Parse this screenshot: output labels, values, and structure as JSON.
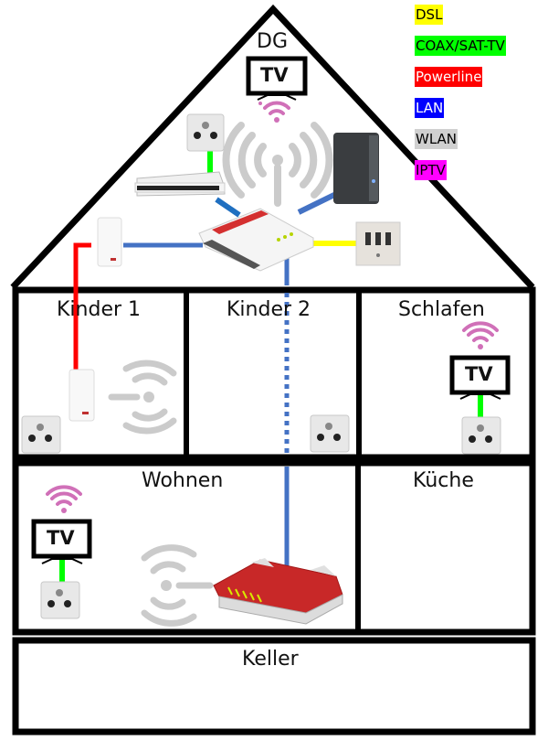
{
  "rooms": {
    "dg": "DG",
    "kinder1": "Kinder 1",
    "kinder2": "Kinder 2",
    "schlafen": "Schlafen",
    "wohnen": "Wohnen",
    "kueche": "Küche",
    "keller": "Keller"
  },
  "tv_label": "TV",
  "legend": [
    {
      "label": "DSL",
      "bg": "#ffff00",
      "fg": "#000000"
    },
    {
      "label": "COAX/SAT-TV",
      "bg": "#00ff00",
      "fg": "#000000"
    },
    {
      "label": "Powerline",
      "bg": "#ff0000",
      "fg": "#ffffff"
    },
    {
      "label": "LAN",
      "bg": "#0000ff",
      "fg": "#ffffff"
    },
    {
      "label": "WLAN",
      "bg": "#d0d0d0",
      "fg": "#000000"
    },
    {
      "label": "IPTV",
      "bg": "#ff00ff",
      "fg": "#000000"
    }
  ],
  "colors": {
    "dsl": "#ffff00",
    "coax": "#00ff00",
    "powerline": "#ff0000",
    "lan": "#4472c4",
    "wlan": "#c8c8c8",
    "iptv": "#d060b0"
  }
}
